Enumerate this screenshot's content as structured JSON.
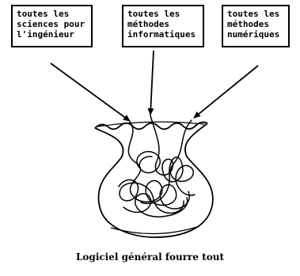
{
  "boxes": {
    "left": {
      "lines": [
        "toutes les",
        "sciences pour",
        "l'ingénieur"
      ]
    },
    "middle": {
      "lines": [
        "toutes les",
        "méthodes",
        "informatiques"
      ]
    },
    "right": {
      "lines": [
        "toutes les",
        "méthodes",
        "numériques"
      ]
    }
  },
  "caption": "Logiciel général fourre tout",
  "colors": {
    "ink": "#000000",
    "background": "#ffffff"
  }
}
